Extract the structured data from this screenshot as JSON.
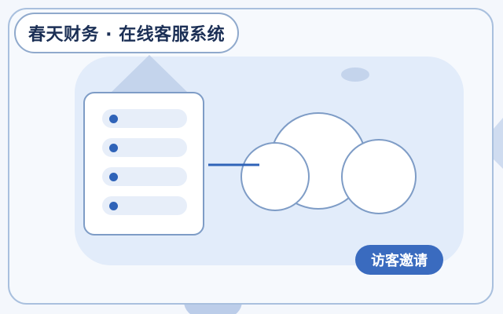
{
  "header": {
    "title": "春天财务 · 在线客服系统"
  },
  "actions": {
    "invite_label": "访客邀请"
  },
  "illustration": {
    "list_items": [
      {
        "icon": "bullet-dot"
      },
      {
        "icon": "bullet-dot"
      },
      {
        "icon": "bullet-dot"
      },
      {
        "icon": "bullet-dot"
      }
    ],
    "icons": [
      "document-list-icon",
      "cloud-icon",
      "connector-line"
    ]
  },
  "colors": {
    "accent": "#3a6bbf",
    "title_text": "#1b2f55",
    "frame_border": "#a9c0de",
    "panel_bg": "#e2ecfa",
    "bullet": "#2f63b8"
  }
}
